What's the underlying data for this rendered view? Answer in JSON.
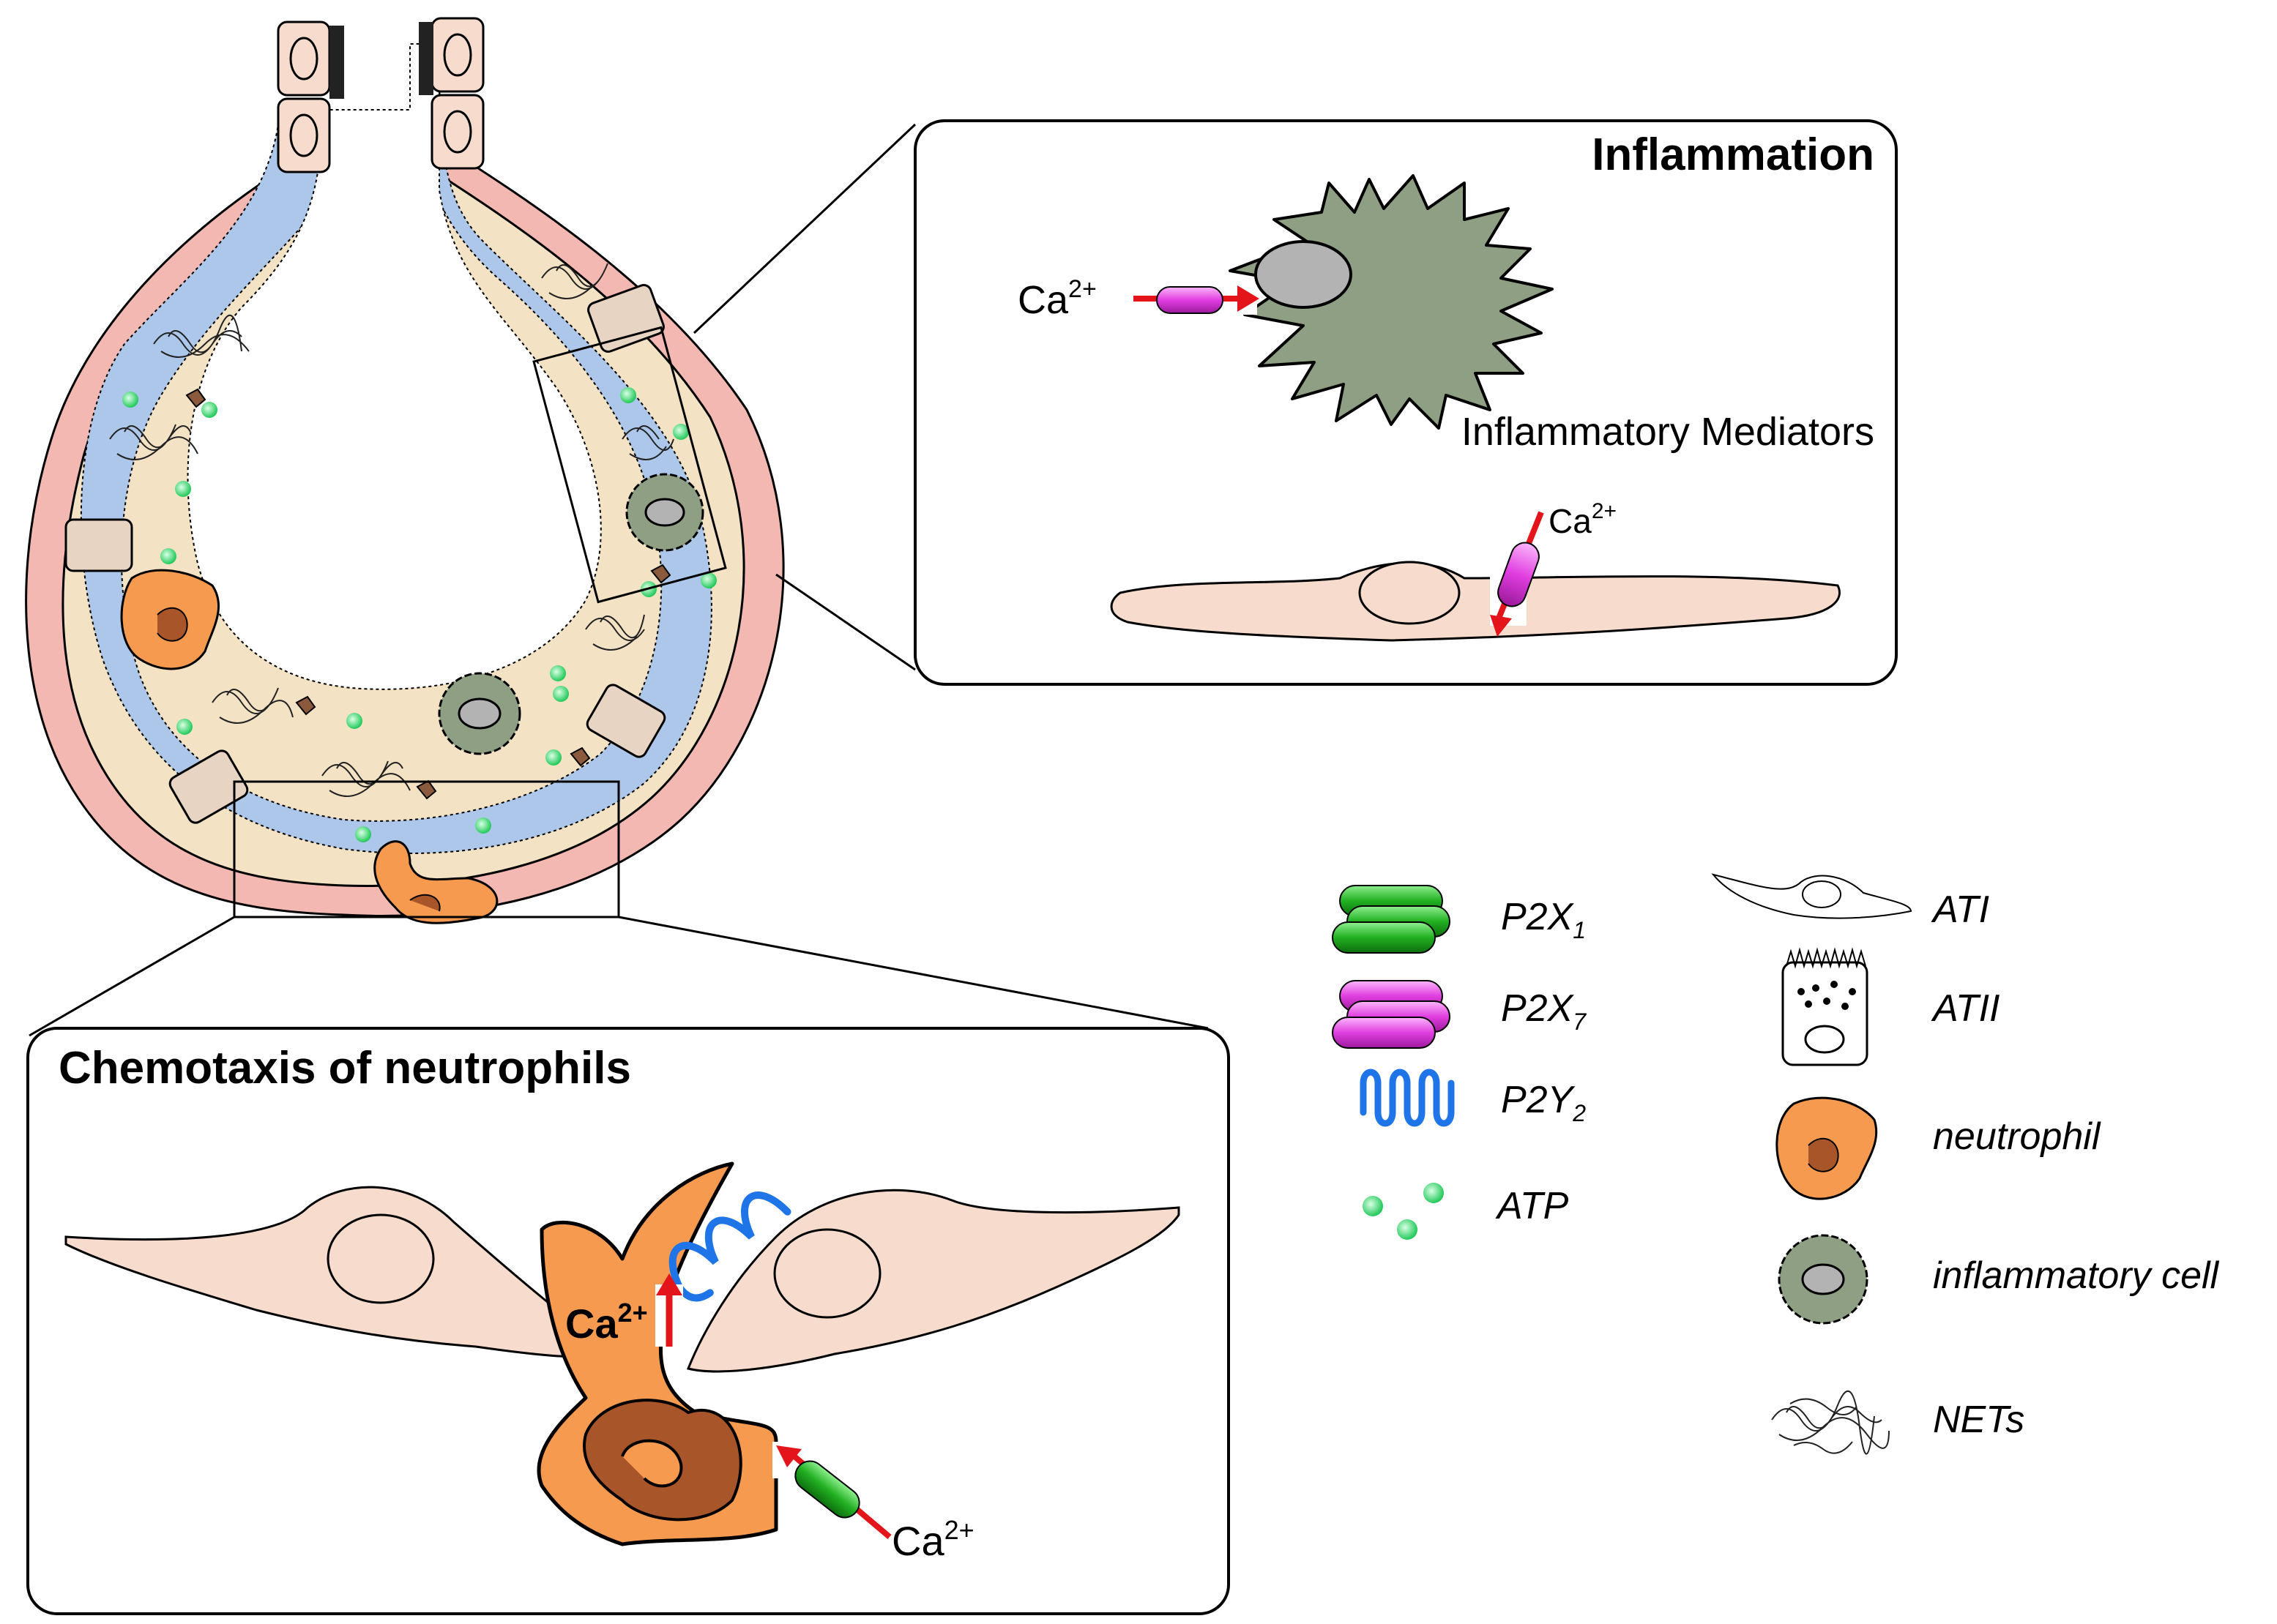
{
  "inflammation_panel": {
    "title": "Inflammation",
    "ion_label": "Ca",
    "ion_charge": "2+",
    "mediators_label": "Inflammatory Mediators",
    "ion_label_2": "Ca",
    "ion_charge_2": "2+"
  },
  "chemotaxis_panel": {
    "title": "Chemotaxis of neutrophils",
    "ion_label_top": "Ca",
    "ion_charge_top": "2+",
    "ion_label_bottom": "Ca",
    "ion_charge_bottom": "2+"
  },
  "legend": {
    "p2x1": {
      "base": "P2X",
      "sub": "1"
    },
    "p2x7": {
      "base": "P2X",
      "sub": "7"
    },
    "p2y2": {
      "base": "P2Y",
      "sub": "2"
    },
    "atp": "ATP",
    "ati": "ATI",
    "atii": "ATII",
    "neutrophil": "neutrophil",
    "inflammatory_cell": "inflammatory cell",
    "nets": "NETs"
  },
  "colors": {
    "airspace": "#adc7ea",
    "ati_cell": "#f7dccd",
    "neutrophil": "#f59a4f",
    "neutrophil_nucleus": "#a9552a",
    "inflammatory_cell": "#8f9f83",
    "p2x1": "#2fb82f",
    "p2x7": "#e13ee0",
    "p2y2": "#1f74e8",
    "atp": "#35e06d",
    "arrow": "#e3151a",
    "capillary": "#f2a9a9"
  }
}
